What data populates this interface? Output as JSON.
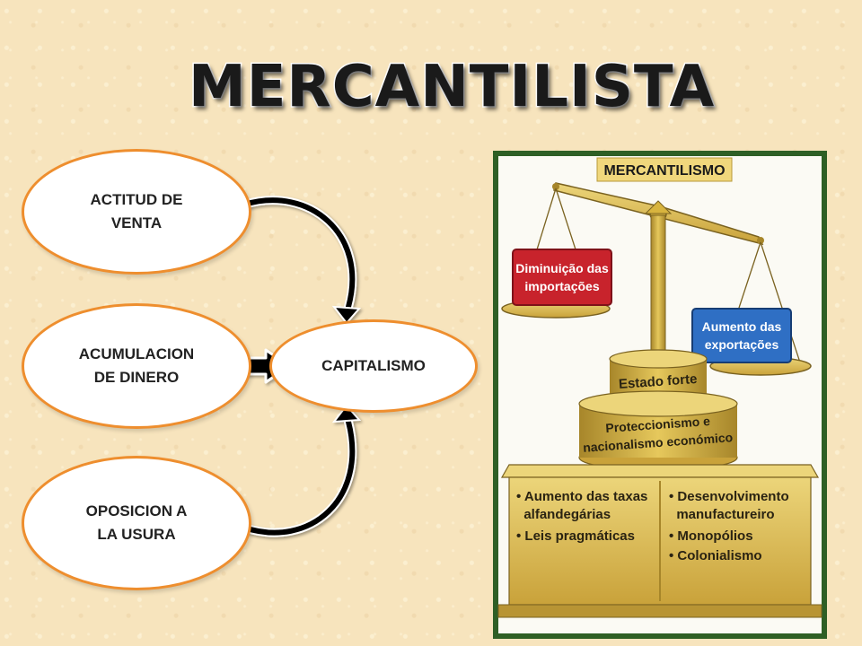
{
  "title": "MERCANTILISTA",
  "diagram": {
    "nodes": {
      "actitud": [
        "ACTITUD DE",
        "VENTA"
      ],
      "acumulacion": [
        "ACUMULACION",
        "DE DINERO"
      ],
      "oposicion": [
        "OPOSICION A",
        "LA USURA"
      ],
      "capitalismo": "CAPITALISMO"
    },
    "colors": {
      "node_border": "#ee8e2e",
      "node_fill": "#ffffff",
      "arrow": "#000000"
    }
  },
  "illustration": {
    "header": "MERCANTILISMO",
    "left_pan": [
      "Diminuição das",
      "importações"
    ],
    "right_pan": [
      "Aumento das",
      "exportações"
    ],
    "upper_base": "Estado forte",
    "middle_base": [
      "Proteccionismo e",
      "nacionalismo económico"
    ],
    "left_list": [
      "• Aumento das taxas",
      "  alfandegárias",
      "• Leis pragmáticas"
    ],
    "right_list": [
      "• Desenvolvimento",
      "  manufactureiro",
      "• Monopólios",
      "• Colonialismo"
    ],
    "colors": {
      "gold": "#d8b43e",
      "gold_dark": "#a7862a",
      "gold_light": "#ecd57a",
      "red_box": "#c8232c",
      "blue_box": "#2f6fc4",
      "frame": "#2e5f25"
    }
  }
}
